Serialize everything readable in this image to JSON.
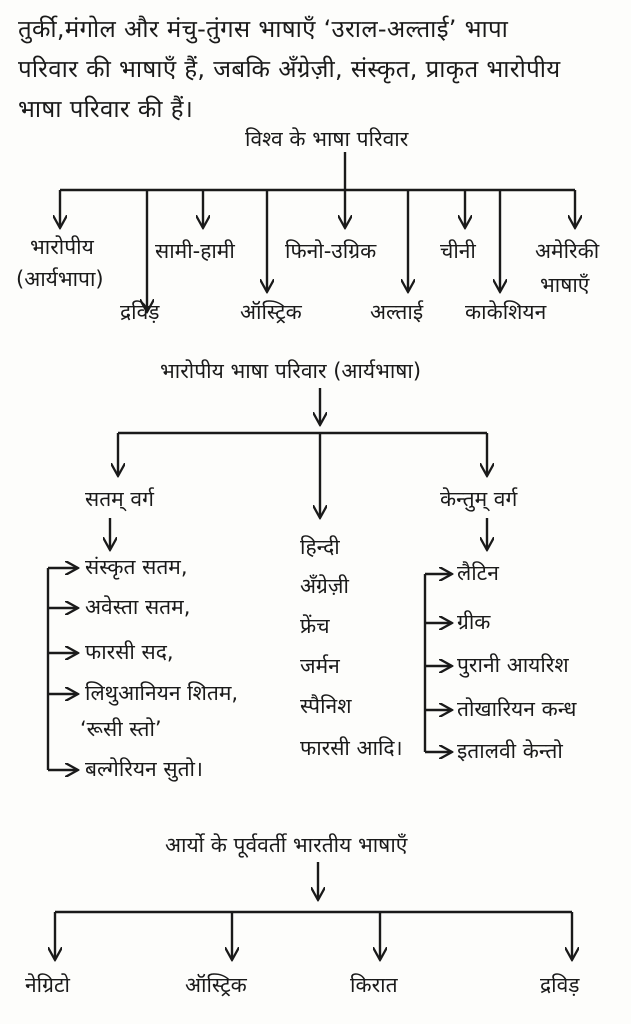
{
  "intro": {
    "lines": [
      "तुर्की,मंगोल और मंचु-तुंगस भाषाएँ ‘उराल-अल्ताई’ भापा",
      "परिवार की भाषाएँ हैं, जबकि अँग्रेज़ी, संस्कृत, प्राकृत भारोपीय",
      "भाषा परिवार की हैं।"
    ]
  },
  "world_families": {
    "title": "विश्व के भाषा परिवार",
    "items": [
      "भारोपीय",
      "(आर्यभापा)",
      "द्रविड़",
      "सामी-हामी",
      "ऑस्ट्रिक",
      "फिनो-उग्रिक",
      "अल्ताई",
      "चीनी",
      "काकेशियन",
      "अमेरिकी",
      "भाषाएँ"
    ]
  },
  "indo_european": {
    "title": "भारोपीय भाषा परिवार (आर्यभाषा)",
    "satam": {
      "title": "सतम् वर्ग",
      "items": [
        "संस्कृत सतम,",
        "अवेस्ता सतम,",
        "फारसी सद,",
        "लिथुआनियन शितम,",
        "‘रूसी स्तो’",
        "बल्गेरियन सुतो।"
      ]
    },
    "middle": {
      "items": [
        "हिन्दी",
        "अँग्रेज़ी",
        "फ्रेंच",
        "जर्मन",
        "स्पैनिश",
        "फारसी आदि।"
      ]
    },
    "kentum": {
      "title": "केन्तुम् वर्ग",
      "items": [
        "लैटिन",
        "ग्रीक",
        "पुरानी आयरिश",
        "तोखारियन कन्ध",
        "इतालवी केन्तो"
      ]
    }
  },
  "pre_aryan": {
    "title": "आर्यो के पूर्ववर्ती भारतीय भाषाएँ",
    "items": [
      "नेग्रिटो",
      "ऑस्ट्रिक",
      "किरात",
      "द्रविड़"
    ]
  }
}
